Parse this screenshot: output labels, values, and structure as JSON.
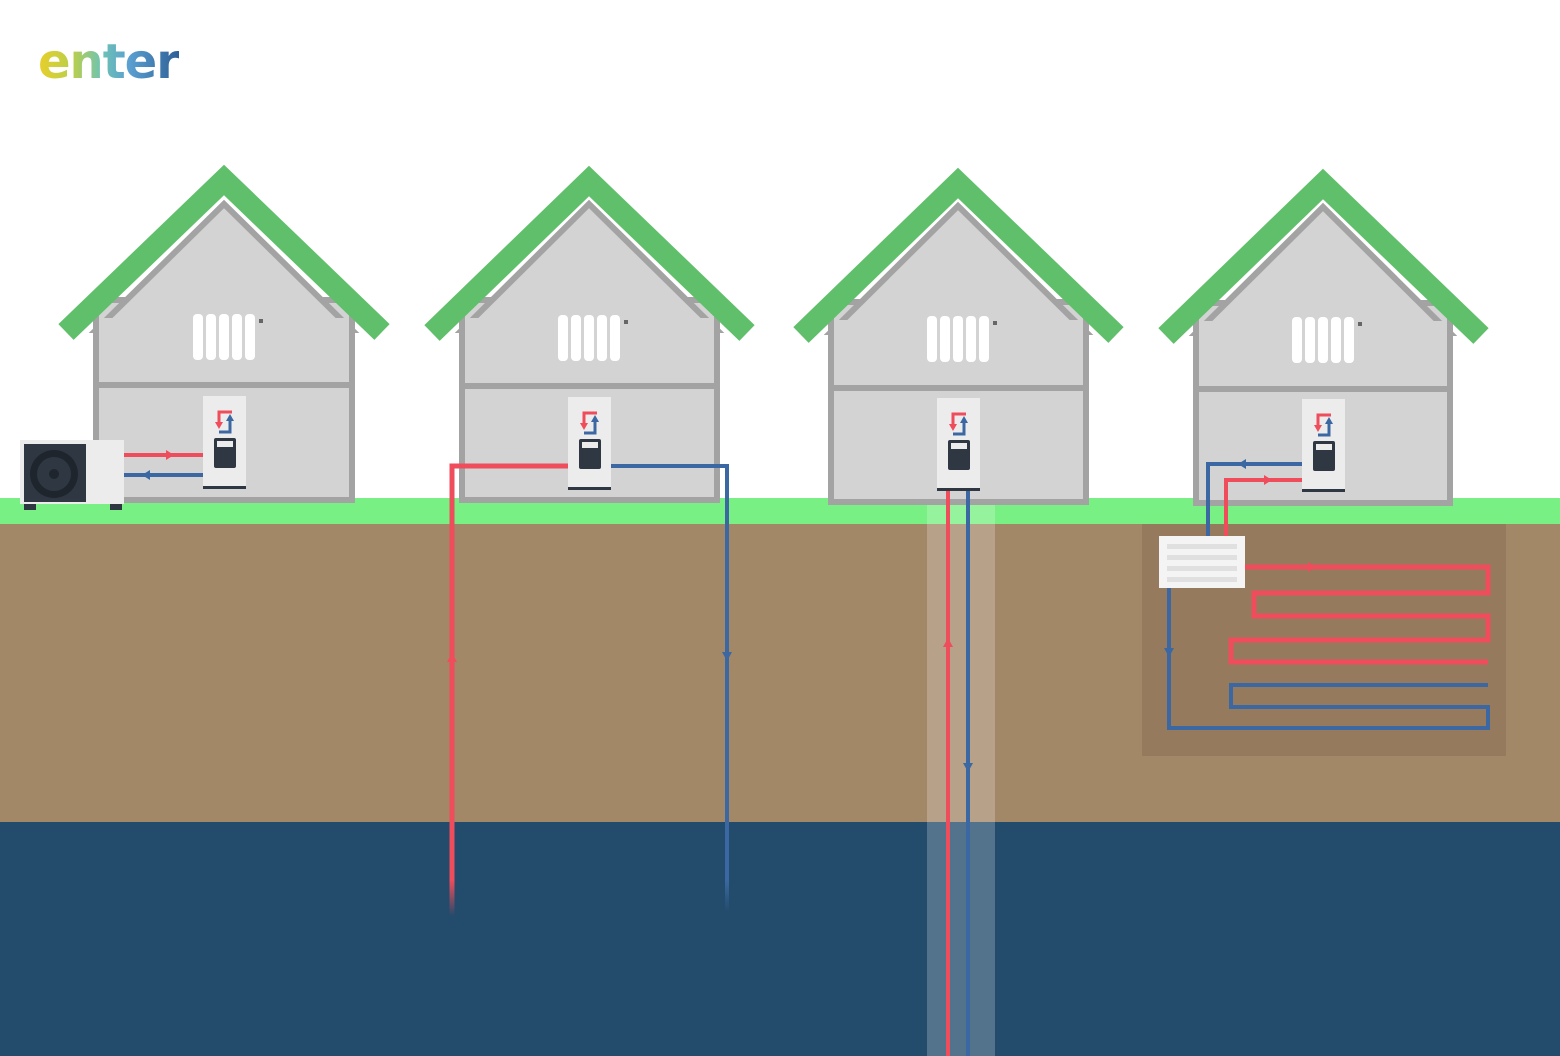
{
  "brand": {
    "logo_text": "enter"
  },
  "colors": {
    "sky": "#ffffff",
    "roof": "#5fbf6a",
    "wall": "#d3d3d3",
    "wall_outline": "#a3a3a3",
    "grass": "#78f083",
    "soil": "#a38868",
    "groundwater": "#234b6b",
    "pipe_hot": "#ef4c5c",
    "pipe_cold": "#3b68a2",
    "heat_pump_body": "#ececec",
    "heat_pump_panel": "#2f3742"
  },
  "scene": {
    "houses": [
      {
        "id": "air-source",
        "icons": [
          "radiator-icon",
          "heat-pump-unit-icon",
          "outdoor-fan-unit-icon"
        ]
      },
      {
        "id": "open-loop-well",
        "icons": [
          "radiator-icon",
          "heat-pump-unit-icon"
        ]
      },
      {
        "id": "vertical-borehole",
        "icons": [
          "radiator-icon",
          "heat-pump-unit-icon"
        ]
      },
      {
        "id": "horizontal-collector",
        "icons": [
          "radiator-icon",
          "heat-pump-unit-icon",
          "distribution-box-icon"
        ]
      }
    ]
  }
}
